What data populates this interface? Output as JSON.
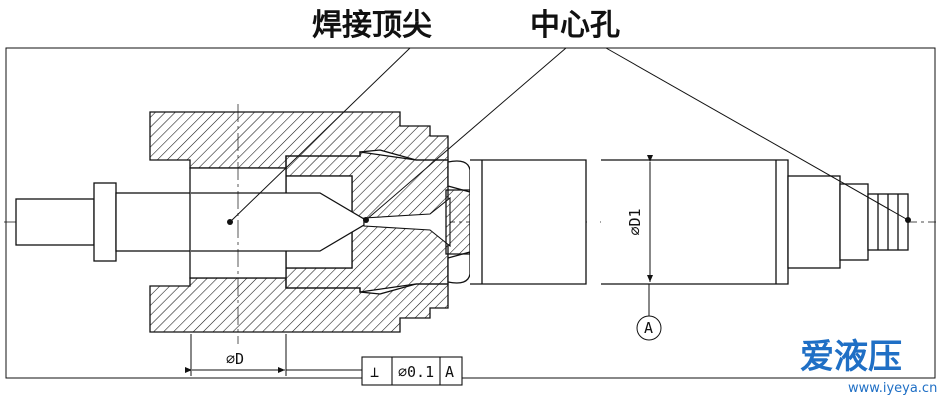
{
  "callouts": {
    "welding_center": "焊接顶尖",
    "center_hole": "中心孔"
  },
  "dimensions": {
    "bore_diameter": "⌀D",
    "shaft_diameter": "⌀D1",
    "datum_label": "A"
  },
  "tolerance_frame": {
    "symbol": "⊥",
    "value": "⌀0.1",
    "datum": "A"
  },
  "watermark": {
    "brand": "爱液压",
    "url": "www.iyeya.cn"
  },
  "colors": {
    "line": "#111111",
    "brand": "#1f6fc5"
  }
}
